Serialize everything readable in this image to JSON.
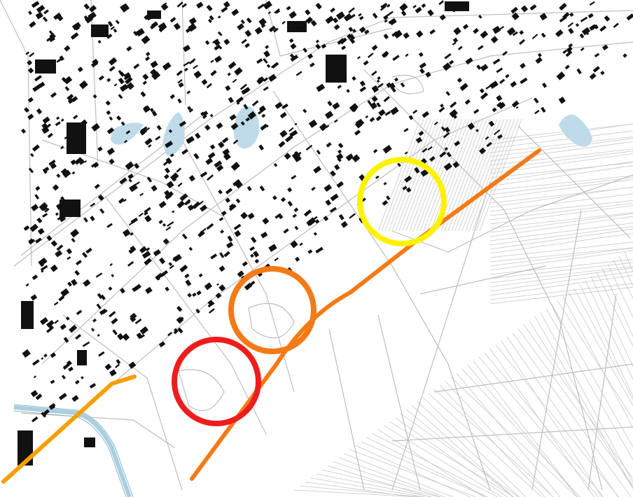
{
  "map": {
    "background": "#ffffff",
    "building_color": "#111111",
    "road_color": "#bdbdbd",
    "water_color": "#bfdbea",
    "features": [
      {
        "name": "western-rail-line",
        "kind": "line",
        "color": "#f5a000"
      },
      {
        "name": "eastern-rail-line",
        "kind": "line",
        "color": "#f47a16"
      },
      {
        "name": "red-circle-marker",
        "kind": "circle",
        "color": "#ee1c1c"
      },
      {
        "name": "orange-circle-marker",
        "kind": "circle",
        "color": "#f47a16"
      },
      {
        "name": "yellow-circle-marker",
        "kind": "circle",
        "color": "#fff200"
      }
    ]
  }
}
